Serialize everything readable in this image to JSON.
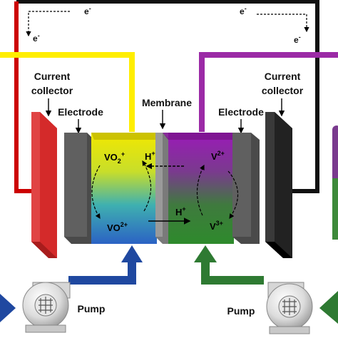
{
  "labels": {
    "current_collector_left_line1": "Current",
    "current_collector_left_line2": "collector",
    "current_collector_right_line1": "Current",
    "current_collector_right_line2": "collector",
    "electrode_left": "Electrode",
    "electrode_right": "Electrode",
    "membrane": "Membrane",
    "pump_left": "Pump",
    "pump_right": "Pump"
  },
  "electrons": {
    "symbol": "e",
    "charge": "-"
  },
  "ions": {
    "vo2_plus_base": "VO",
    "vo2_plus_sub": "2",
    "vo2_plus_sup": "+",
    "vo_2plus_base": "VO",
    "vo_2plus_sup": "2+",
    "v_2plus_base": "V",
    "v_2plus_sup": "2+",
    "v_3plus_base": "V",
    "v_3plus_sup": "3+",
    "proton_base": "H",
    "proton_sup": "+"
  },
  "colors": {
    "left_collector": "#d42a2a",
    "right_collector": "#151515",
    "wire_left_red": "#cc0000",
    "wire_yellow": "#ffee00",
    "wire_purple": "#9b2aa6",
    "wire_black": "#111111",
    "positive_top": "#f0e600",
    "positive_bottom": "#2a66c8",
    "negative_top": "#9a1db4",
    "negative_bottom": "#2e8c2c",
    "pipe_blue": "#1f48a0",
    "pipe_green": "#2e7a32",
    "electrode_gray": "#5a5a5a",
    "membrane_gray": "#8a8a8a"
  }
}
